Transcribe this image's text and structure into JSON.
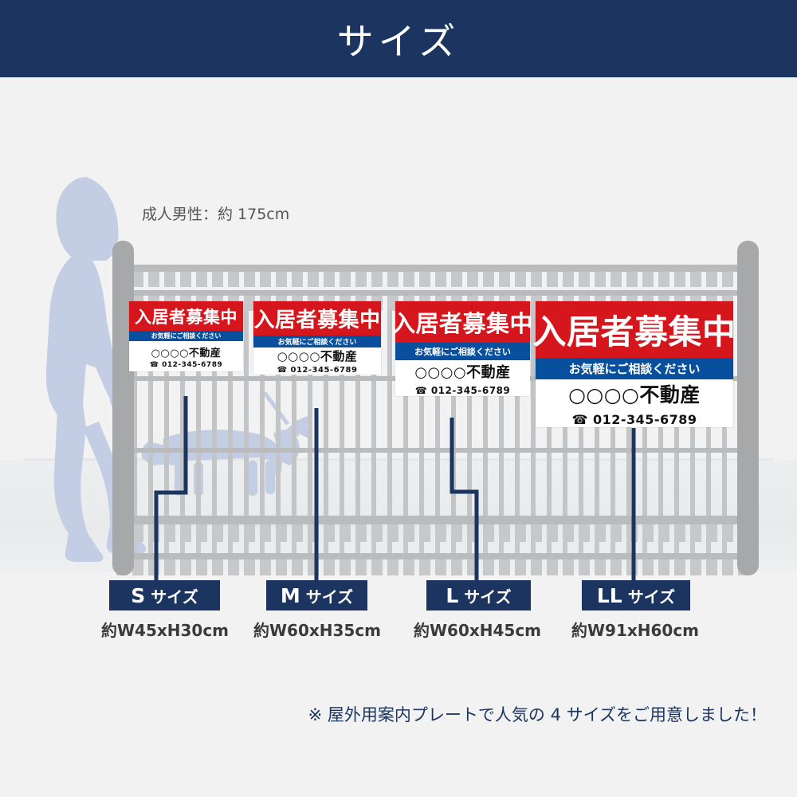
{
  "header": {
    "title": "サイズ"
  },
  "scene": {
    "person_label": "成人男性：約 175cm",
    "person_icon": "walking-man-silhouette",
    "dog_icon": "dog-on-leash-silhouette",
    "fence_icon": "metal-fence"
  },
  "plate_content": {
    "headline": "入居者募集中",
    "subline": "お気軽にご相談ください",
    "company": "○○○○不動産",
    "tel": "☎ 012-345-6789",
    "colors": {
      "red": "#d5161c",
      "blue": "#08509e",
      "white": "#ffffff"
    }
  },
  "sizes": [
    {
      "key": "s",
      "letter": "S",
      "unit": "サイズ",
      "dimensions": "約W45xH30cm"
    },
    {
      "key": "m",
      "letter": "M",
      "unit": "サイズ",
      "dimensions": "約W60xH35cm"
    },
    {
      "key": "l",
      "letter": "L",
      "unit": "サイズ",
      "dimensions": "約W60xH45cm"
    },
    {
      "key": "ll",
      "letter": "LL",
      "unit": "サイズ",
      "dimensions": "約W91xH60cm"
    }
  ],
  "footnote": {
    "text": "※ 屋外用案内プレートで人気の 4 サイズをご用意しました！"
  },
  "theme": {
    "navy": "#1b3560",
    "background": "#f2f2f2",
    "fence_gray": "#b9bbbd",
    "silhouette_blue": "#c3cde4"
  }
}
